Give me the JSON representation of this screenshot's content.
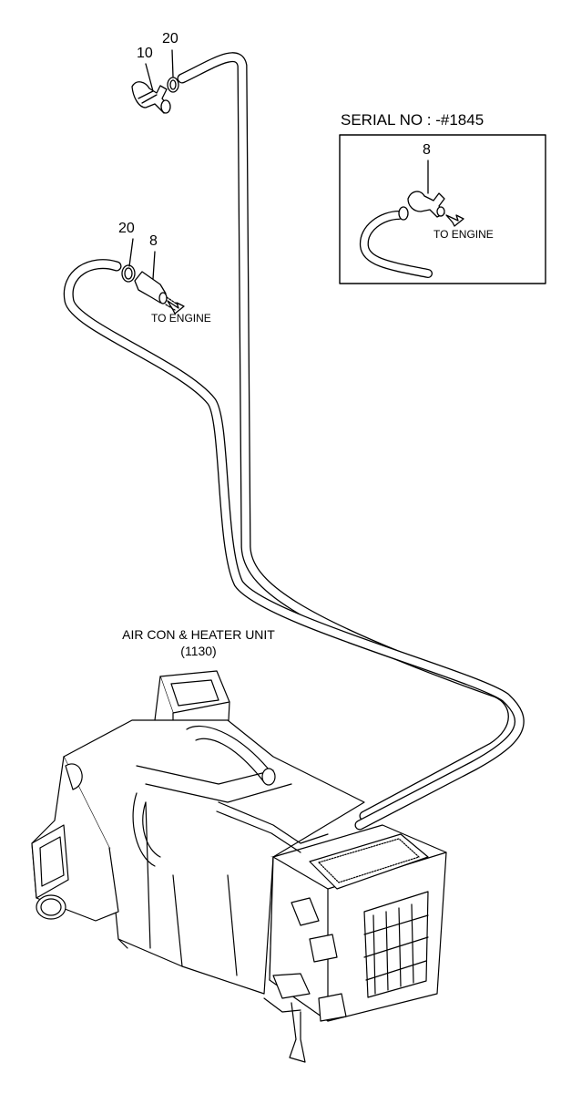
{
  "labels": {
    "part_10": "10",
    "part_20_top": "20",
    "part_20_mid": "20",
    "part_8_mid": "8",
    "part_8_inset": "8",
    "to_engine_mid": "TO ENGINE",
    "to_engine_inset": "TO ENGINE",
    "serial": "SERIAL NO : -#1845",
    "unit_name": "AIR CON & HEATER UNIT",
    "unit_number": "(1130)"
  },
  "colors": {
    "line": "#000000",
    "background": "#ffffff"
  },
  "icons": [
    "drain-valve-icon",
    "hose-clamp-icon",
    "hose-fitting-icon",
    "arrow-icon"
  ]
}
